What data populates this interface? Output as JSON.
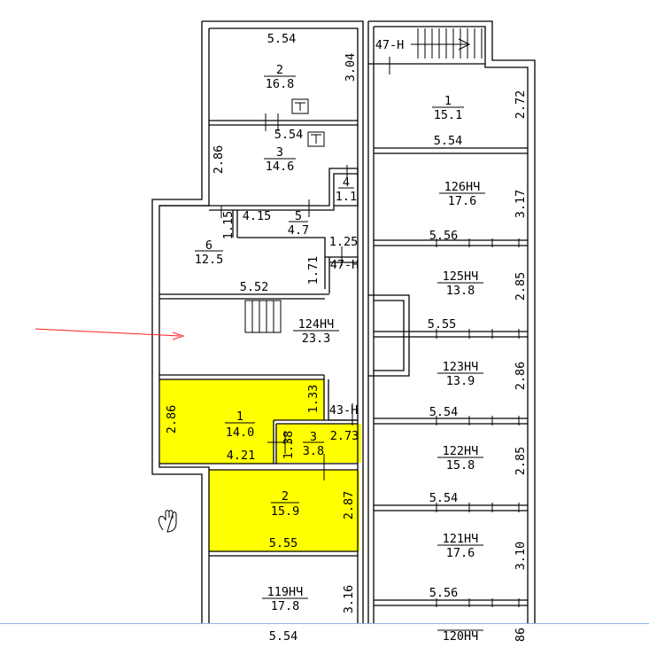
{
  "colors": {
    "highlight": "#ffff00",
    "arrow": "#ff2020",
    "bottom_line": "#8fb4e8"
  },
  "icons": {
    "cursor": "hand-cursor-icon"
  },
  "rooms": {
    "r2": {
      "number": "2",
      "area": "16.8"
    },
    "r1right": {
      "number": "1",
      "area": "15.1"
    },
    "r3": {
      "number": "3",
      "area": "14.6"
    },
    "r4": {
      "number": "4",
      "area": "1.1"
    },
    "r126": {
      "number": "126НЧ",
      "area": "17.6"
    },
    "r5": {
      "number": "5",
      "area": "4.7"
    },
    "r6": {
      "number": "6",
      "area": "12.5"
    },
    "r125": {
      "number": "125НЧ",
      "area": "13.8"
    },
    "r124": {
      "number": "124НЧ",
      "area": "23.3"
    },
    "r123": {
      "number": "123НЧ",
      "area": "13.9"
    },
    "rY1": {
      "number": "1",
      "area": "14.0"
    },
    "rY3": {
      "number": "3",
      "area": "3.8"
    },
    "r122": {
      "number": "122НЧ",
      "area": "15.8"
    },
    "rY2": {
      "number": "2",
      "area": "15.9"
    },
    "r121": {
      "number": "121НЧ",
      "area": "17.6"
    },
    "r119": {
      "number": "119НЧ",
      "area": "17.8"
    },
    "r120": {
      "number": "120НЧ"
    }
  },
  "dims": {
    "d554_top": "5.54",
    "d304": "3.04",
    "d47H_top": "47-Н",
    "d272": "2.72",
    "d554_r1": "5.54",
    "d554_mid": "5.54",
    "d286_l": "2.86",
    "d317": "3.17",
    "d415": "4.15",
    "d115": "1.15",
    "d556_a": "5.56",
    "d125": "1.25",
    "d47H_mid": "47-Н",
    "d171": "1.71",
    "d552": "5.52",
    "d285_a": "2.85",
    "d555_a": "5.55",
    "d286_r": "2.86",
    "d133": "1.33",
    "d286_y": "2.86",
    "d43H": "43-Н",
    "d554_b": "5.54",
    "d138": "1.38",
    "d273": "2.73",
    "d421": "4.21",
    "d285_b": "2.85",
    "d554_c": "5.54",
    "d287": "2.87",
    "d310": "3.10",
    "d555_b": "5.55",
    "d556_b": "5.56",
    "d316": "3.16",
    "d554_d": "5.54",
    "d86": "86"
  }
}
